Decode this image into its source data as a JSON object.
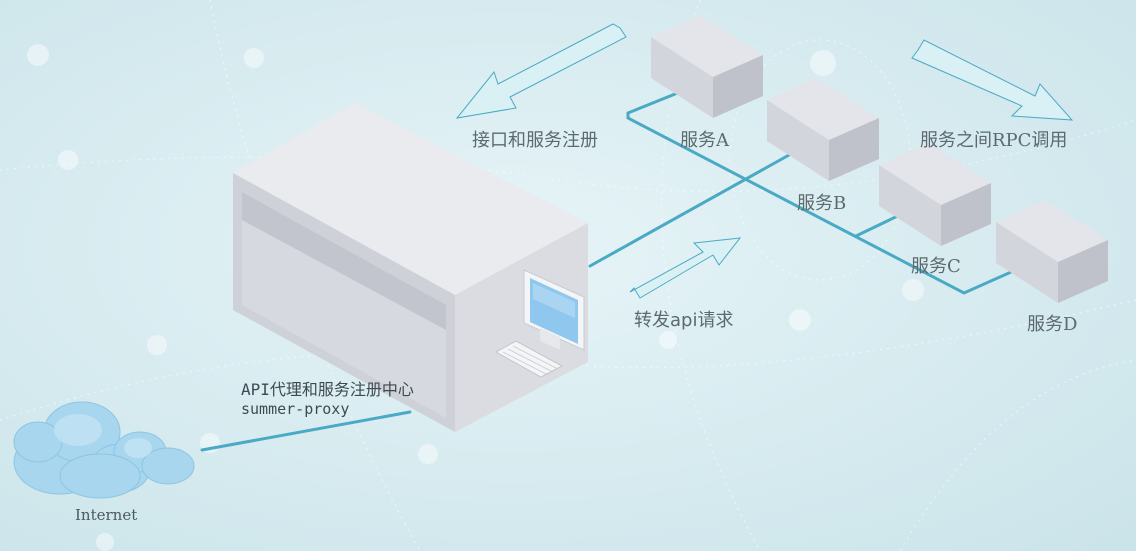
{
  "labels": {
    "register_arrow": "接口和服务注册",
    "rpc_arrow": "服务之间RPC调用",
    "forward_arrow": "转发api请求",
    "proxy_title": "API代理和服务注册中心",
    "proxy_name": "summer-proxy",
    "internet": "Internet"
  },
  "services": [
    {
      "label": "服务A"
    },
    {
      "label": "服务B"
    },
    {
      "label": "服务C"
    },
    {
      "label": "服务D"
    }
  ],
  "colors": {
    "background": "#d7ecf1",
    "line": "#4aa9c4",
    "arrow_fill": "#d9f0f5",
    "arrow_stroke": "#4aa9c4",
    "box_top": "#e3e5ea",
    "box_left": "#d3d5dc",
    "box_right": "#bfc2ca",
    "cloud": "#a8d6ee",
    "screen": "#8fc7ee"
  },
  "icons": [
    "cloud-icon",
    "computer-monitor-icon",
    "keyboard-icon",
    "server-box-icon"
  ]
}
